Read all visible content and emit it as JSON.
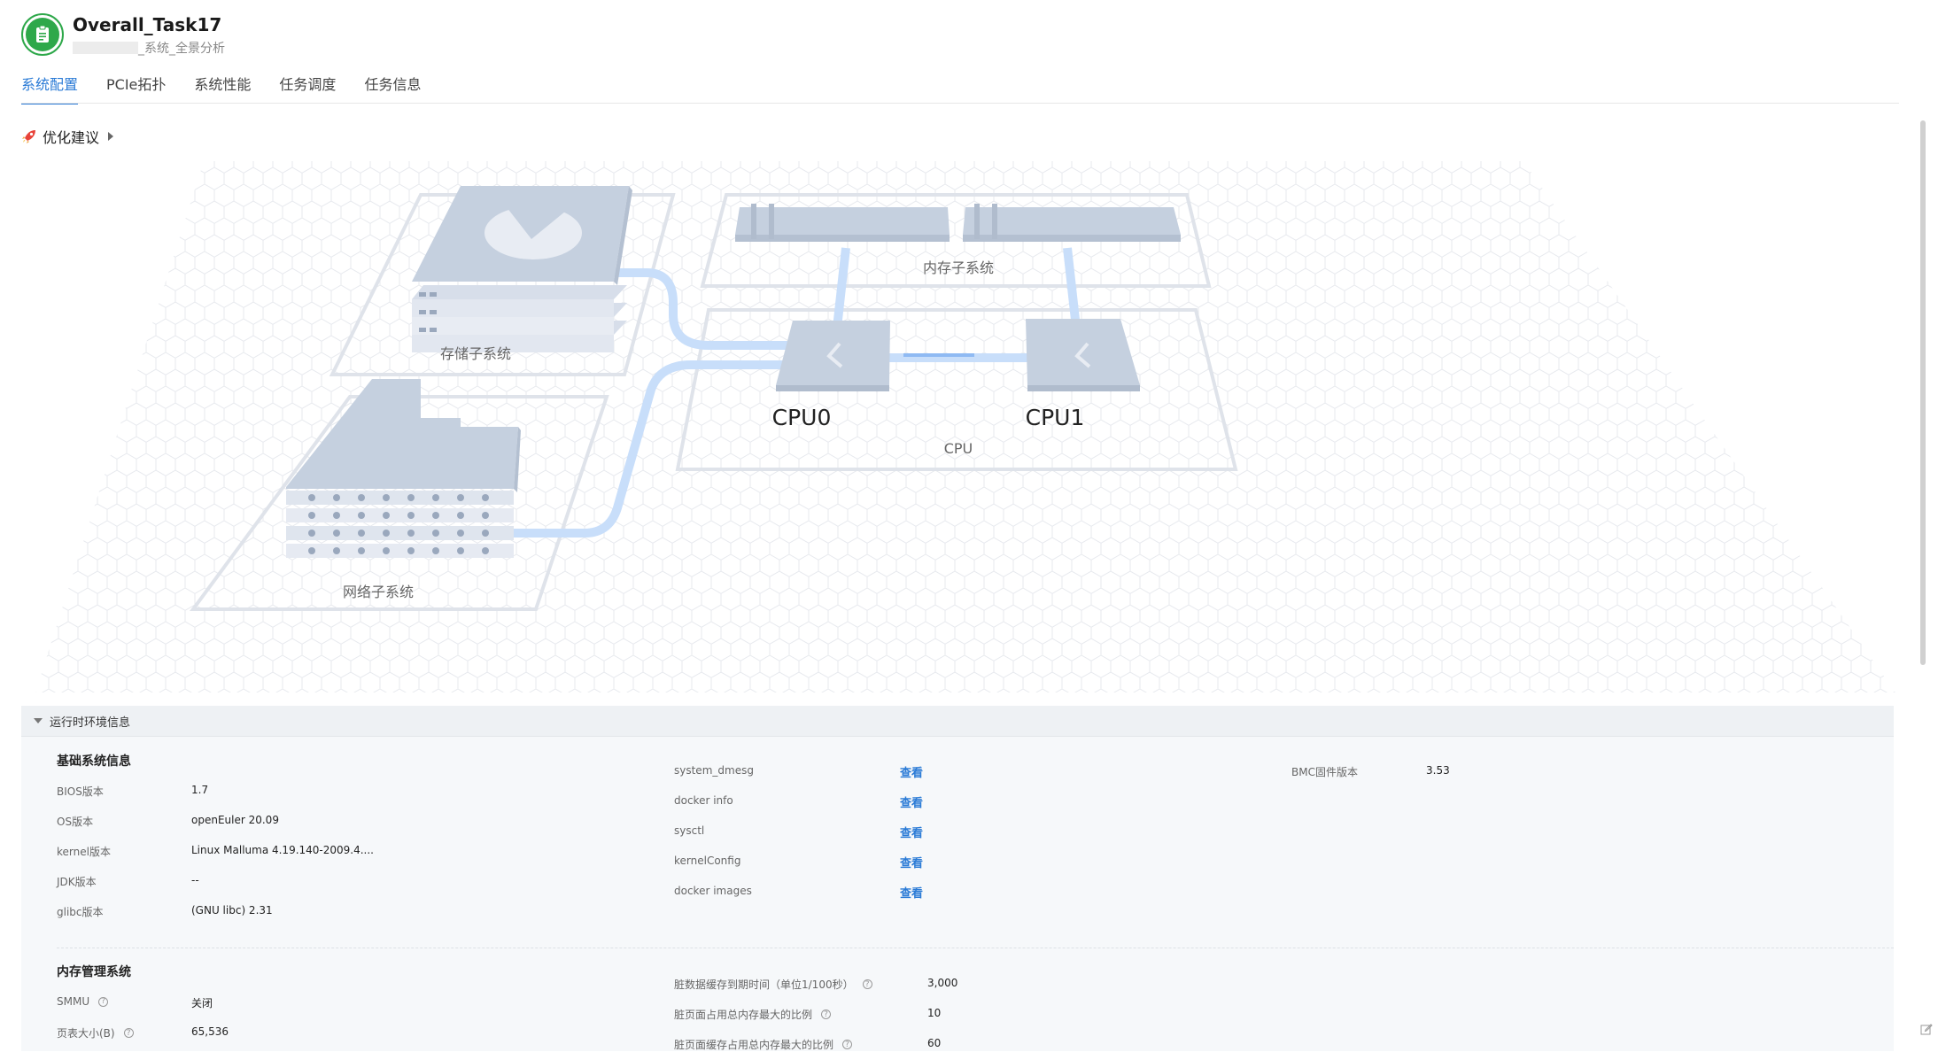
{
  "header": {
    "title": "Overall_Task17",
    "subtitle": "_系统_全景分析"
  },
  "tabs": [
    {
      "label": "系统配置",
      "active": true
    },
    {
      "label": "PCIe拓扑",
      "active": false
    },
    {
      "label": "系统性能",
      "active": false
    },
    {
      "label": "任务调度",
      "active": false
    },
    {
      "label": "任务信息",
      "active": false
    }
  ],
  "optimize": {
    "label": "优化建议"
  },
  "diagram": {
    "storage_label": "存储子系统",
    "memory_label": "内存子系统",
    "network_label": "网络子系统",
    "cpu_group_label": "CPU",
    "cpu0_label": "CPU0",
    "cpu1_label": "CPU1"
  },
  "env": {
    "header": "运行时环境信息",
    "basic_title": "基础系统信息",
    "basic": [
      {
        "label": "BIOS版本",
        "value": "1.7"
      },
      {
        "label": "OS版本",
        "value": "openEuler 20.09"
      },
      {
        "label": "kernel版本",
        "value": "Linux Malluma 4.19.140-2009.4...."
      },
      {
        "label": "JDK版本",
        "value": "--"
      },
      {
        "label": "glibc版本",
        "value": "(GNU libc) 2.31"
      }
    ],
    "links": [
      {
        "label": "system_dmesg",
        "action": "查看"
      },
      {
        "label": "docker info",
        "action": "查看"
      },
      {
        "label": "sysctl",
        "action": "查看"
      },
      {
        "label": "kernelConfig",
        "action": "查看"
      },
      {
        "label": "docker images",
        "action": "查看"
      }
    ],
    "bmc": {
      "label": "BMC固件版本",
      "value": "3.53"
    },
    "memory_title": "内存管理系统",
    "memory_left": [
      {
        "label": "SMMU",
        "value": "关闭"
      },
      {
        "label": "页表大小(B)",
        "value": "65,536"
      }
    ],
    "memory_right": [
      {
        "label": "脏数据缓存到期时间（单位1/100秒）",
        "value": "3,000"
      },
      {
        "label": "脏页面占用总内存最大的比例",
        "value": "10"
      },
      {
        "label": "脏页面缓存占用总内存最大的比例",
        "value": "60"
      }
    ]
  },
  "colors": {
    "accent": "#2b7bd6",
    "logo_green": "#2ea84a",
    "diagram_block": "#c5d0df",
    "diagram_outline": "#dfe3ea",
    "connector": "#bcd6f7"
  }
}
